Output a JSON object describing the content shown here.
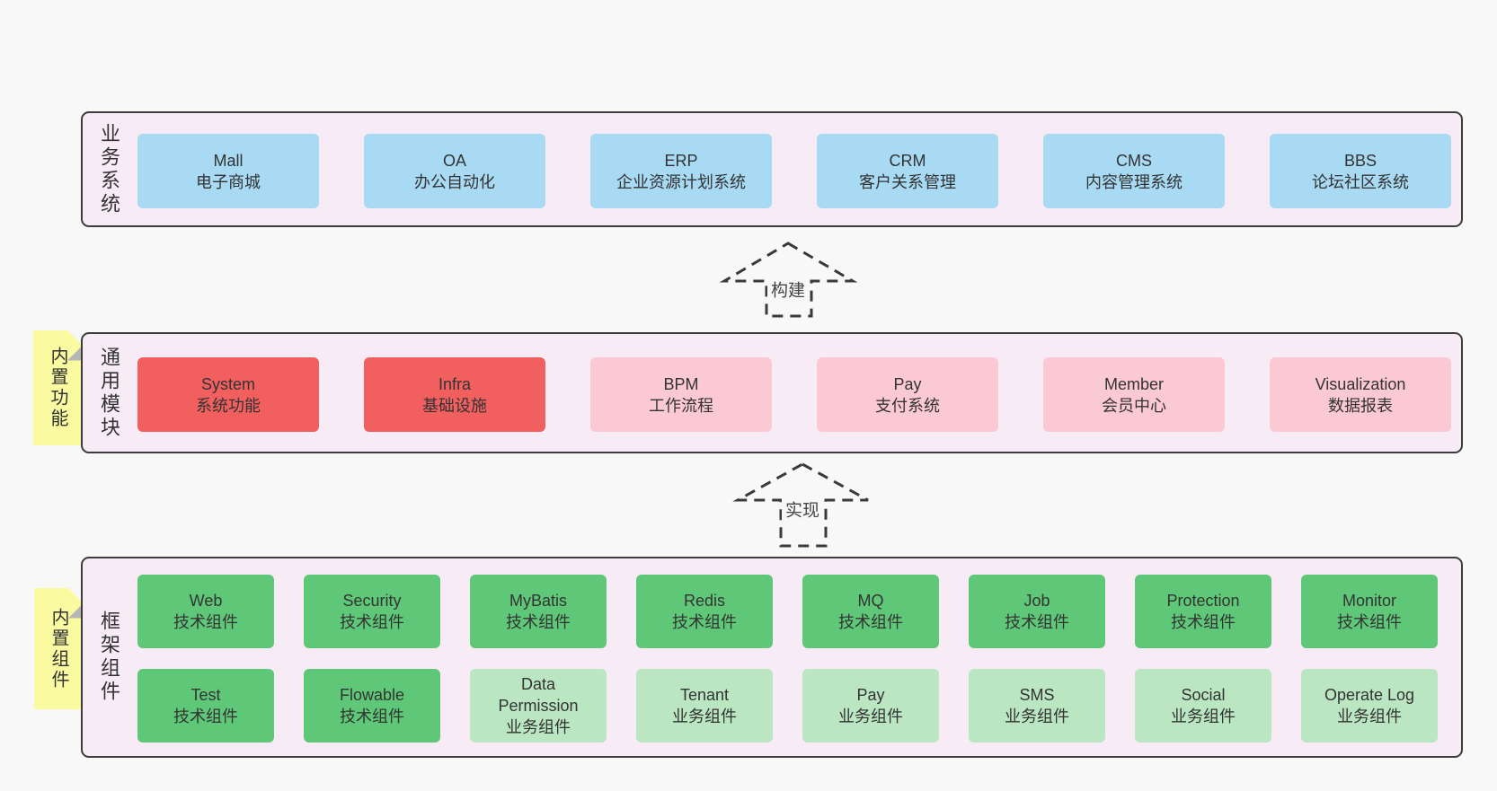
{
  "colors": {
    "page_bg": "#f8f8f8",
    "panel_bg": "#f7ecf6",
    "panel_border": "#3c3c3c",
    "blue_box": "#a8daf3",
    "red_box": "#f15f5f",
    "pink_box": "#fbc9d4",
    "green_box": "#5fc878",
    "light_green_box": "#bae6c1",
    "sticky_yellow": "#fafaa0",
    "text": "#333333"
  },
  "business_panel": {
    "label": "业务系统",
    "boxes": [
      {
        "title": "Mall",
        "subtitle": "电子商城",
        "variant": "blue"
      },
      {
        "title": "OA",
        "subtitle": "办公自动化",
        "variant": "blue"
      },
      {
        "title": "ERP",
        "subtitle": "企业资源计划系统",
        "variant": "blue"
      },
      {
        "title": "CRM",
        "subtitle": "客户关系管理",
        "variant": "blue"
      },
      {
        "title": "CMS",
        "subtitle": "内容管理系统",
        "variant": "blue"
      },
      {
        "title": "BBS",
        "subtitle": "论坛社区系统",
        "variant": "blue"
      }
    ]
  },
  "build_arrow": {
    "label": "构建"
  },
  "modules_panel": {
    "label": "通用模块",
    "sticky": "内置功能",
    "boxes": [
      {
        "title": "System",
        "subtitle": "系统功能",
        "variant": "red"
      },
      {
        "title": "Infra",
        "subtitle": "基础设施",
        "variant": "red"
      },
      {
        "title": "BPM",
        "subtitle": "工作流程",
        "variant": "pink"
      },
      {
        "title": "Pay",
        "subtitle": "支付系统",
        "variant": "pink"
      },
      {
        "title": "Member",
        "subtitle": "会员中心",
        "variant": "pink"
      },
      {
        "title": "Visualization",
        "subtitle": "数据报表",
        "variant": "pink"
      }
    ]
  },
  "implement_arrow": {
    "label": "实现"
  },
  "framework_panel": {
    "label": "框架组件",
    "sticky": "内置组件",
    "row1": [
      {
        "title": "Web",
        "subtitle": "技术组件",
        "variant": "green"
      },
      {
        "title": "Security",
        "subtitle": "技术组件",
        "variant": "green"
      },
      {
        "title": "MyBatis",
        "subtitle": "技术组件",
        "variant": "green"
      },
      {
        "title": "Redis",
        "subtitle": "技术组件",
        "variant": "green"
      },
      {
        "title": "MQ",
        "subtitle": "技术组件",
        "variant": "green"
      },
      {
        "title": "Job",
        "subtitle": "技术组件",
        "variant": "green"
      },
      {
        "title": "Protection",
        "subtitle": "技术组件",
        "variant": "green"
      },
      {
        "title": "Monitor",
        "subtitle": "技术组件",
        "variant": "green"
      }
    ],
    "row2": [
      {
        "title": "Test",
        "subtitle": "技术组件",
        "variant": "green"
      },
      {
        "title": "Flowable",
        "subtitle": "技术组件",
        "variant": "green"
      },
      {
        "title": "Data Permission",
        "subtitle": "业务组件",
        "variant": "lightgreen"
      },
      {
        "title": "Tenant",
        "subtitle": "业务组件",
        "variant": "lightgreen"
      },
      {
        "title": "Pay",
        "subtitle": "业务组件",
        "variant": "lightgreen"
      },
      {
        "title": "SMS",
        "subtitle": "业务组件",
        "variant": "lightgreen"
      },
      {
        "title": "Social",
        "subtitle": "业务组件",
        "variant": "lightgreen"
      },
      {
        "title": "Operate Log",
        "subtitle": "业务组件",
        "variant": "lightgreen"
      }
    ]
  }
}
